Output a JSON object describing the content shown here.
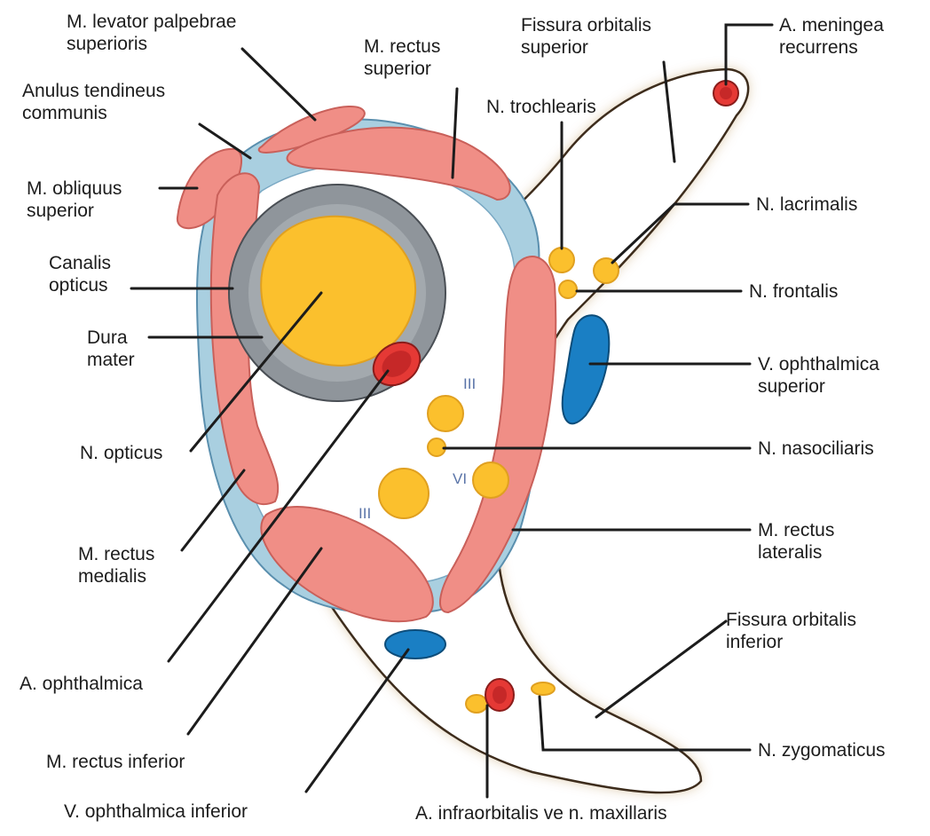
{
  "labels": {
    "levator": [
      "M. levator palpebrae",
      "superioris"
    ],
    "rectus_sup": [
      "M. rectus",
      "superior"
    ],
    "fissura_sup": [
      "Fissura orbitalis",
      "superior"
    ],
    "meningea": [
      "A. meningea",
      "recurrens"
    ],
    "anulus": [
      "Anulus tendineus",
      "communis"
    ],
    "trochlearis": [
      "N. trochlearis"
    ],
    "obliquus": [
      "M. obliquus",
      "superior"
    ],
    "lacrimalis": [
      "N. lacrimalis"
    ],
    "canalis": [
      "Canalis",
      "opticus"
    ],
    "frontalis": [
      "N. frontalis"
    ],
    "dura": [
      "Dura",
      "mater"
    ],
    "v_sup": [
      "V. ophthalmica",
      "superior"
    ],
    "opticus": [
      "N. opticus"
    ],
    "nasociliaris": [
      "N. nasociliaris"
    ],
    "rectus_med": [
      "M. rectus",
      "medialis"
    ],
    "rectus_lat": [
      "M. rectus",
      "lateralis"
    ],
    "fissura_inf": [
      "Fissura orbitalis",
      "inferior"
    ],
    "a_oph": [
      "A. ophthalmica"
    ],
    "rectus_inf": [
      "M. rectus inferior"
    ],
    "zygomaticus": [
      "N. zygomaticus"
    ],
    "v_inf": [
      "V. ophthalmica inferior"
    ],
    "infraorb": [
      "A. infraorbitalis ve n. maxillaris"
    ]
  },
  "nerve_marks": {
    "iii_upper": "III",
    "vi": "VI",
    "iii_lower": "III"
  },
  "colors": {
    "muscle": "#f08e86",
    "muscle_edge": "#c9605a",
    "nerve": "#fbc02d",
    "nerve_edge": "#e0a020",
    "vein": "#1a7fc4",
    "artery": "#e53935",
    "tendon": "#a9cfe0",
    "dura": "#8f959b",
    "fissure_shadow": "#d9c3a0"
  }
}
